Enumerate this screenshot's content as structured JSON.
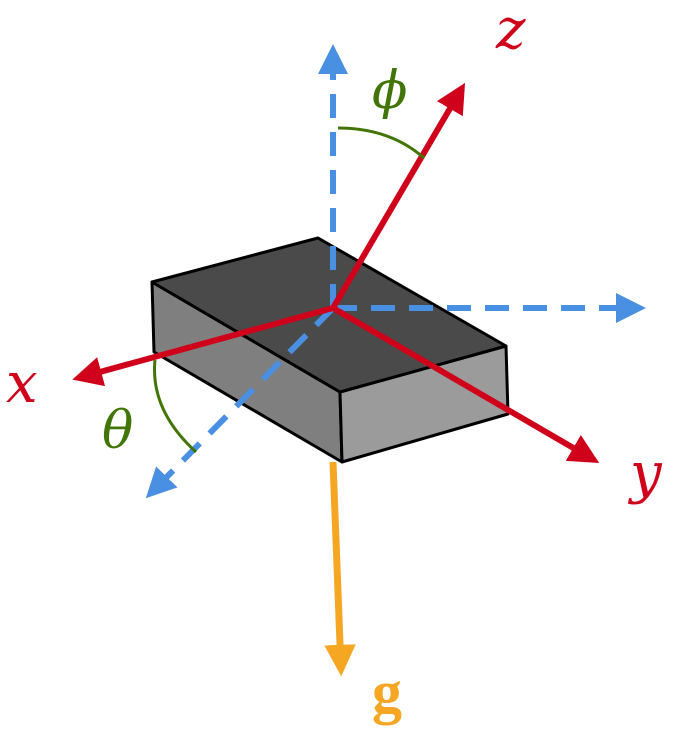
{
  "labels": {
    "x_axis": "x",
    "y_axis": "y",
    "z_axis": "z",
    "gravity": "g",
    "phi": "ϕ",
    "theta": "θ"
  },
  "colors": {
    "body_axes": "#d0021b",
    "world_axes": "#4a90e2",
    "gravity": "#f5a623",
    "angles": "#417505",
    "box_top": "#4a4a4a",
    "box_front": "#9b9b9b",
    "box_left": "#7f7f7f",
    "outline": "#000000"
  }
}
